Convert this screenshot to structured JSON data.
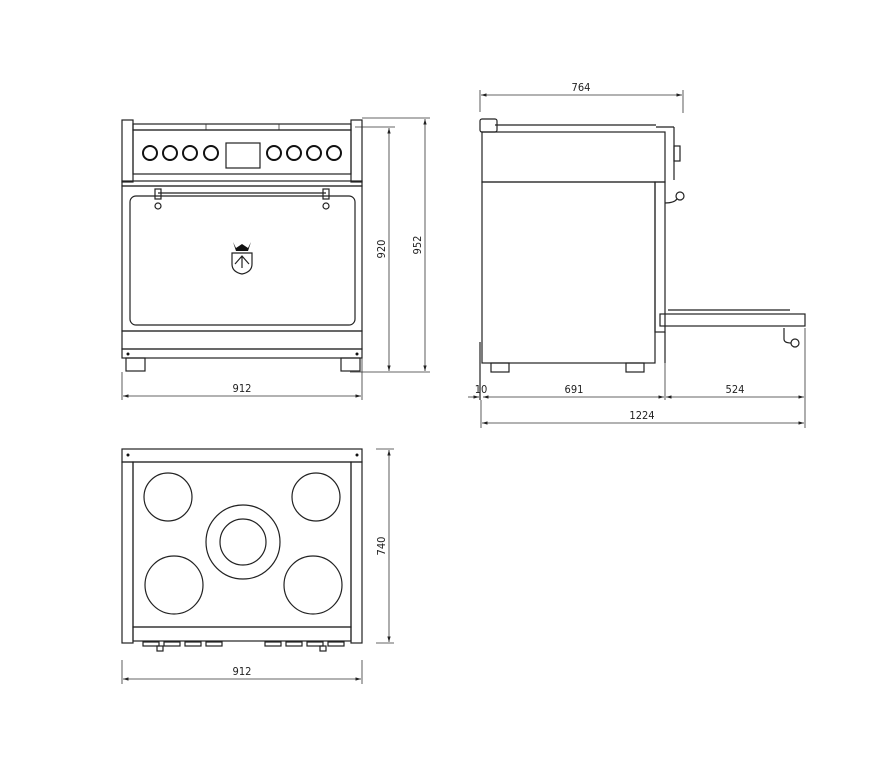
{
  "drawing": {
    "views": [
      "front-view",
      "side-view",
      "top-view"
    ],
    "front_view": {
      "width_label": "912",
      "height_label": "920",
      "total_height_label": "952"
    },
    "side_view": {
      "depth_label": "764",
      "rear_gap_label": "10",
      "body_depth_label": "691",
      "door_open_label": "524",
      "total_depth_label": "1224"
    },
    "top_view": {
      "width_label": "912",
      "depth_label": "740"
    }
  },
  "colors": {
    "line": "#222222",
    "background": "#ffffff"
  }
}
